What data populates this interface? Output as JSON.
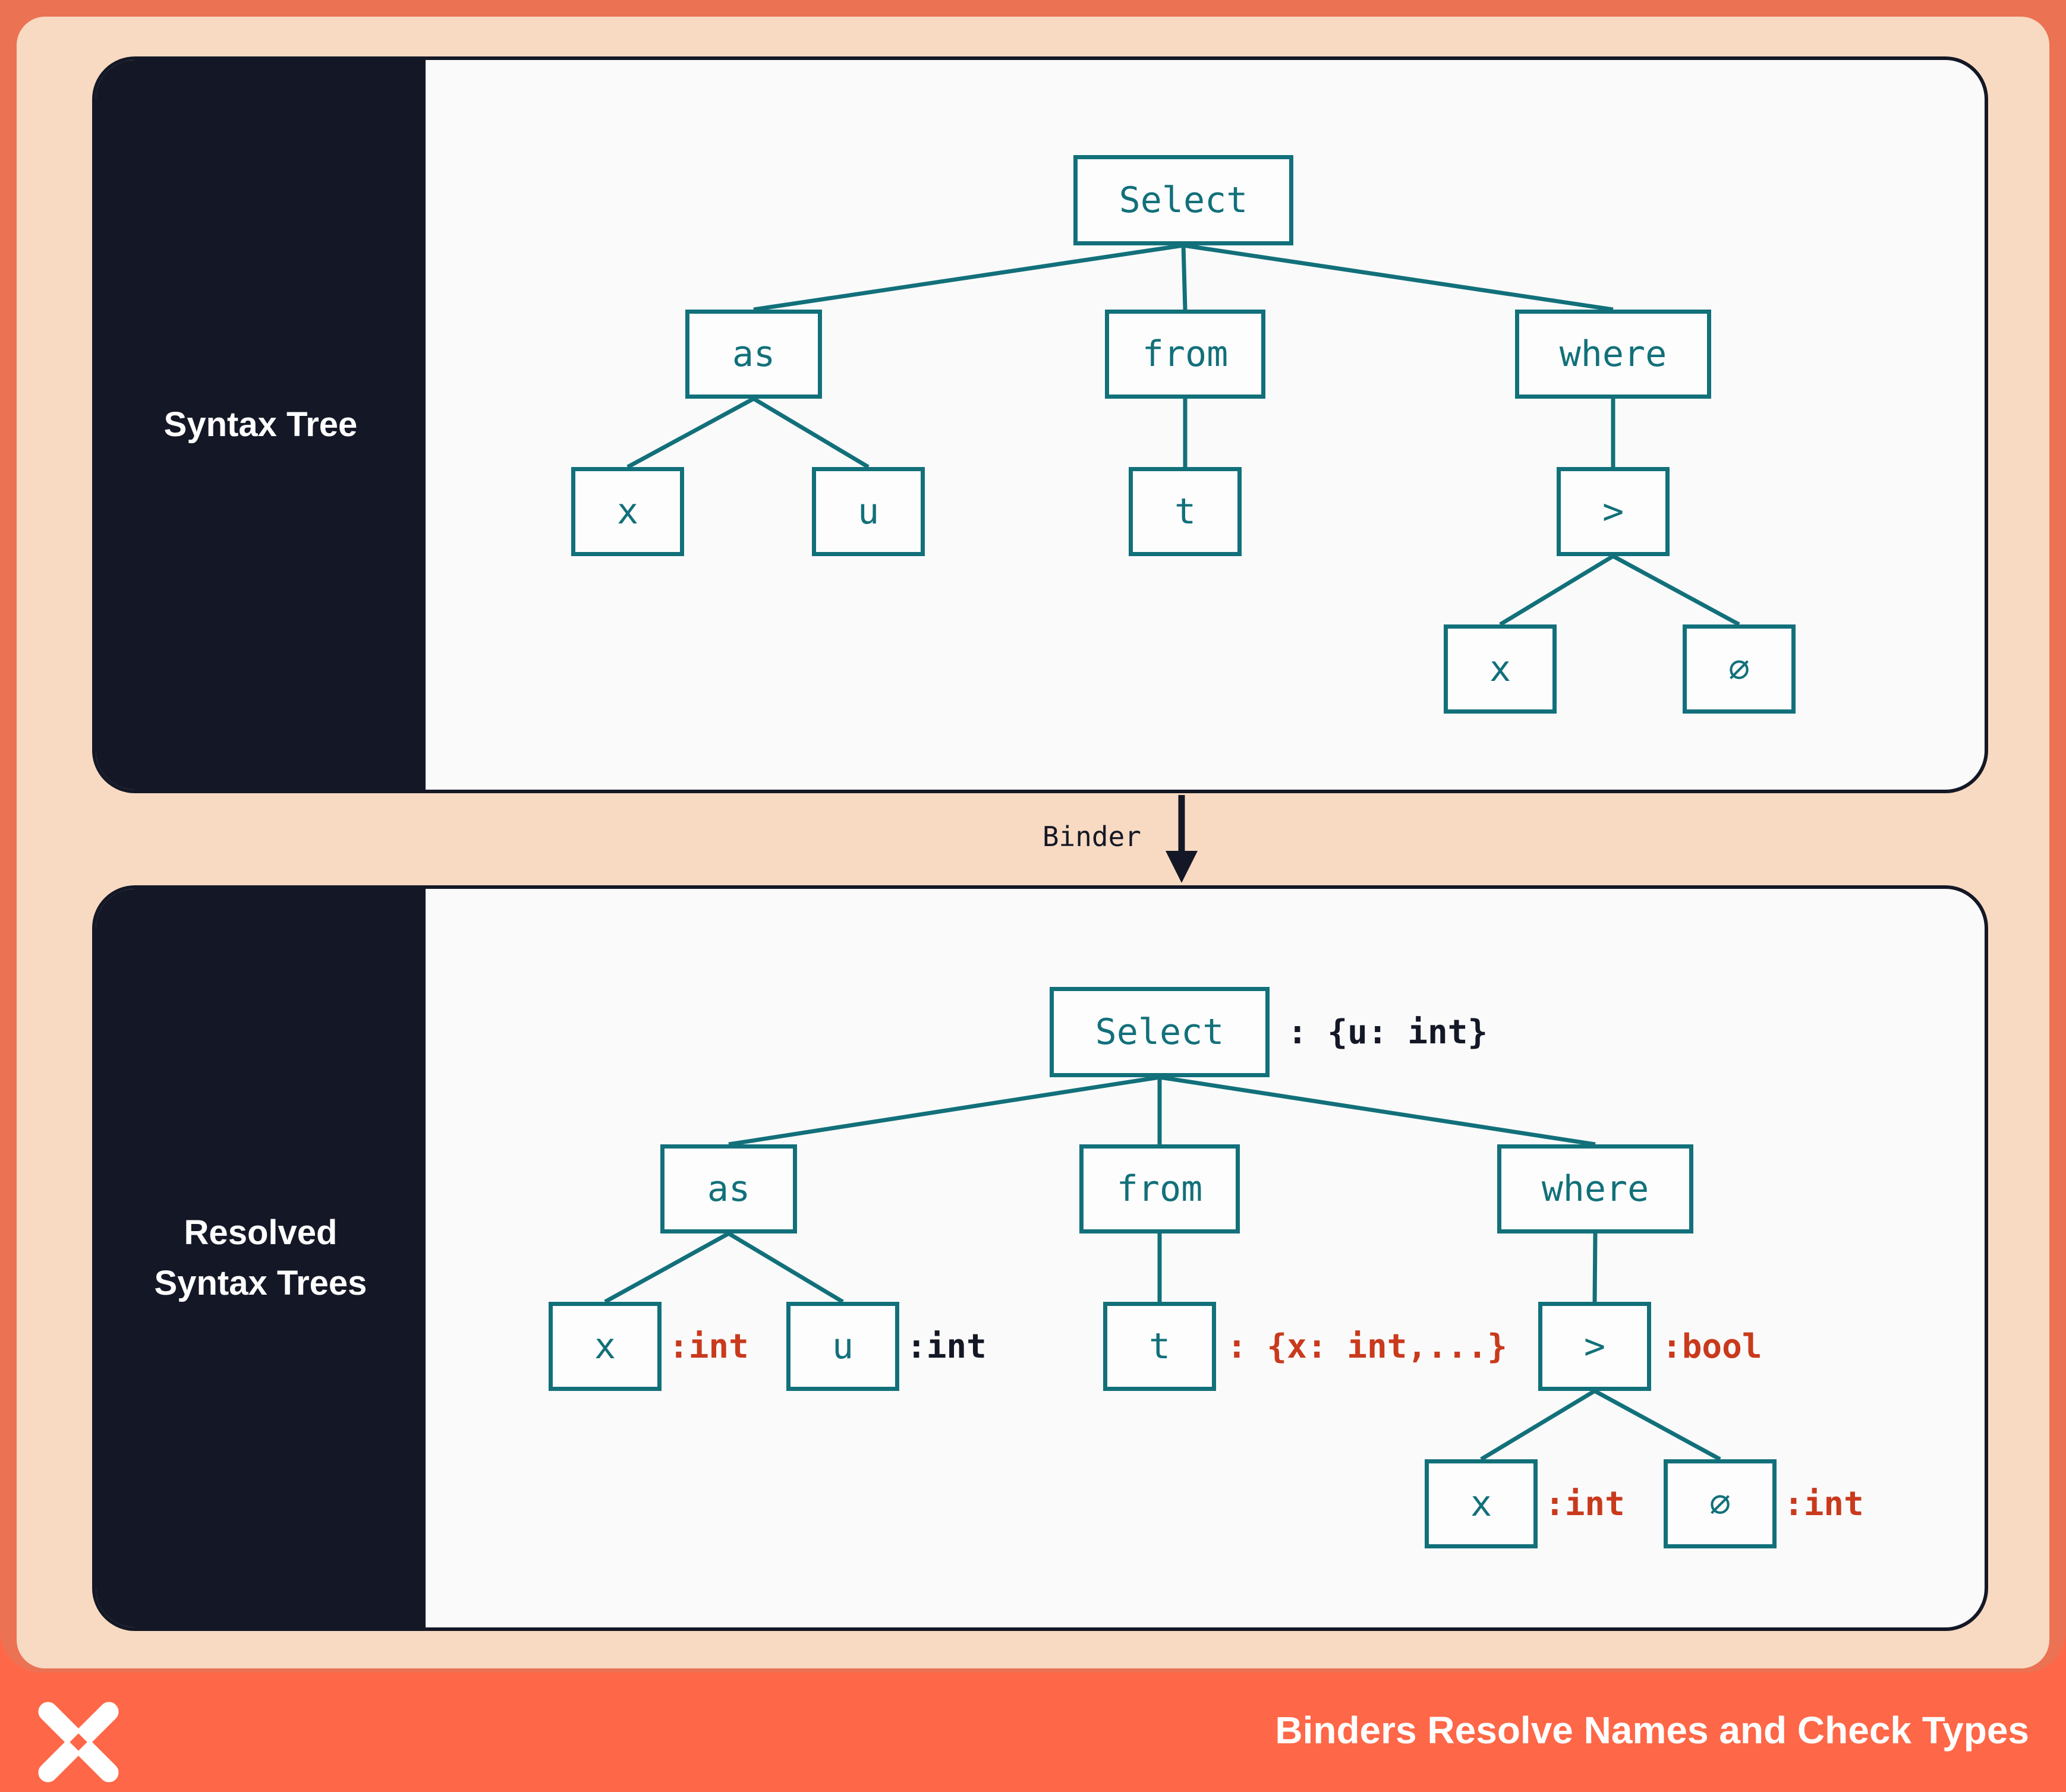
{
  "colors": {
    "teal": "#12707A",
    "rust_red": "#C93A1D",
    "navy": "#141826",
    "coral_frame": "#EC7254",
    "coral_footer": "#FE6747",
    "peach": "#F8DAC2",
    "panel_bg": "#FAFAFA"
  },
  "top_panel": {
    "label": "Syntax Tree"
  },
  "bottom_panel": {
    "label_line1": "Resolved",
    "label_line2": "Syntax Trees"
  },
  "binder": {
    "label": "Binder"
  },
  "footer": {
    "title": "Binders Resolve Names and Check Types",
    "logo": "x-pinwheel-logo"
  },
  "syntax_tree": {
    "select": "Select",
    "as": "as",
    "from": "from",
    "where": "where",
    "x1": "x",
    "u": "u",
    "t": "t",
    "gt": ">",
    "x2": "x",
    "zero": "∅"
  },
  "resolved_tree": {
    "select": "Select",
    "as": "as",
    "from": "from",
    "where": "where",
    "x1": "x",
    "u": "u",
    "t": "t",
    "gt": ">",
    "x2": "x",
    "zero": "∅",
    "ann_select": ": {u: int}",
    "ann_x1": ":int",
    "ann_u": ":int",
    "ann_t": ": {x: int,...}",
    "ann_gt": ":bool",
    "ann_x2": ":int",
    "ann_zero": ":int"
  }
}
